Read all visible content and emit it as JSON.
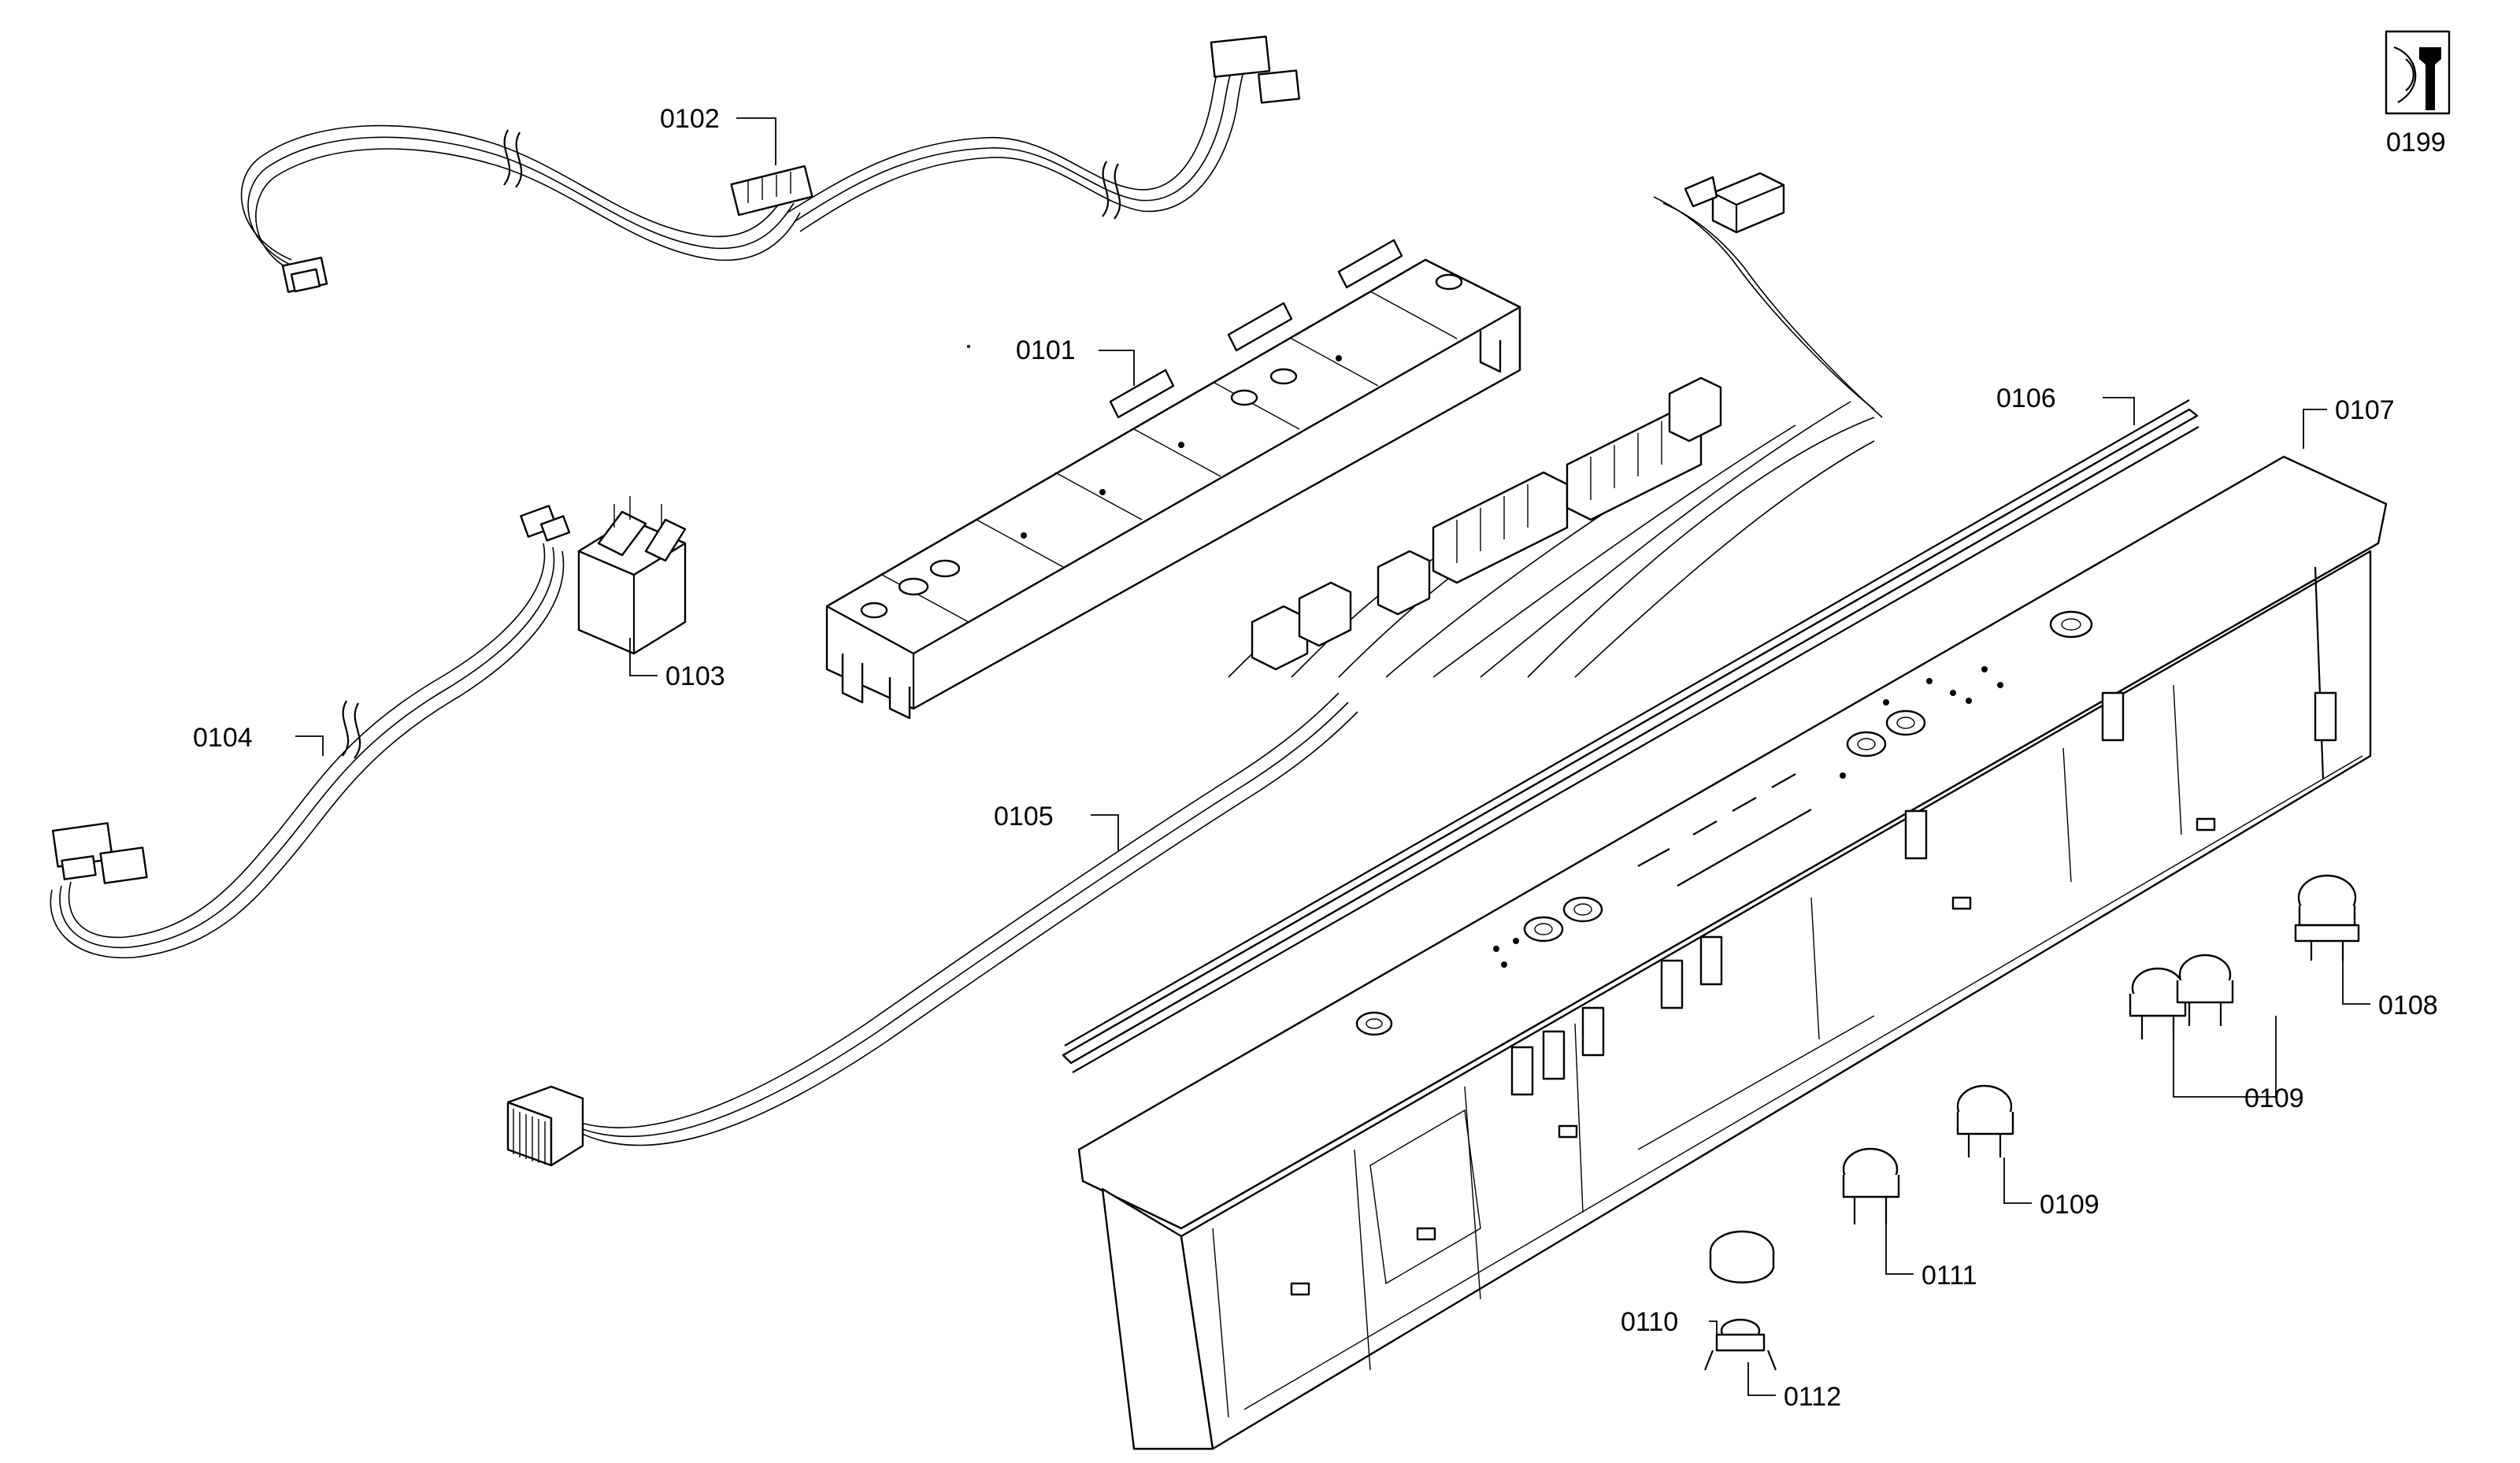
{
  "diagram": {
    "labels": {
      "p0101": "0101",
      "p0102": "0102",
      "p0103": "0103",
      "p0104": "0104",
      "p0105": "0105",
      "p0106": "0106",
      "p0107": "0107",
      "p0108": "0108",
      "p0109a": "0109",
      "p0109b": "0109",
      "p0110": "0110",
      "p0111": "0111",
      "p0112": "0112",
      "p0199": "0199"
    },
    "icons": {
      "service": "wrench-icon"
    },
    "colors": {
      "line": "#000000",
      "background": "#ffffff"
    }
  }
}
